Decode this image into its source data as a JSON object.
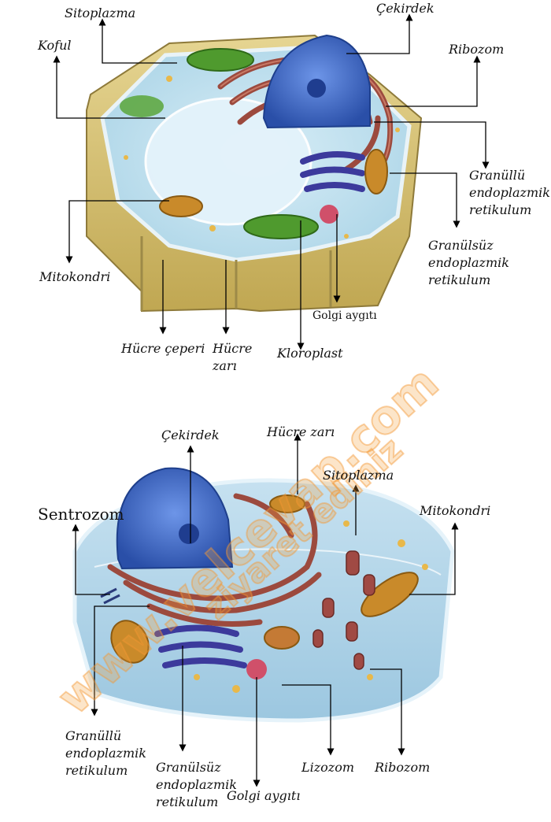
{
  "plant_cell": {
    "labels": {
      "sitoplazma": "Sitoplazma",
      "cekirdek": "Çekirdek",
      "koful": "Koful",
      "ribozom": "Ribozom",
      "granullu_er_1": "Granüllü",
      "granullu_er_2": "endoplazmik",
      "granullu_er_3": "retikulum",
      "granulsuz_er_1": "Granülsüz",
      "granulsuz_er_2": "endoplazmik",
      "granulsuz_er_3": "retikulum",
      "mitokondri": "Mitokondri",
      "golgi": "Golgi aygıtı",
      "hucre_ceperi": "Hücre çeperi",
      "hucre_zari_1": "Hücre",
      "hucre_zari_2": "zarı",
      "kloroplast": "Kloroplast"
    }
  },
  "animal_cell": {
    "labels": {
      "cekirdek": "Çekirdek",
      "hucre_zari": "Hücre zarı",
      "sitoplazma": "Sitoplazma",
      "sentrozom": "Sentrozom",
      "mitokondri": "Mitokondri",
      "granullu_er_1": "Granüllü",
      "granullu_er_2": "endoplazmik",
      "granullu_er_3": "retikulum",
      "granulsuz_er_1": "Granülsüz",
      "granulsuz_er_2": "endoplazmik",
      "granulsuz_er_3": "retikulum",
      "golgi": "Golgi aygıtı",
      "lizozom": "Lizozom",
      "ribozom": "Ribozom"
    }
  },
  "watermark": {
    "line1": "www.velcevap.com",
    "line2": "ziyaret ediniz"
  },
  "colors": {
    "cytoplasm": "#bfe0ef",
    "cell_wall": "#d9c27a",
    "nucleus": "#3a66c8",
    "rough_er": "#9c4a3e",
    "smooth_er": "#3c3a9c",
    "chloroplast": "#4f9a2e",
    "mitochondria": "#c98a2a",
    "golgi": "#d0506a",
    "watermark": "#f5a03c"
  }
}
